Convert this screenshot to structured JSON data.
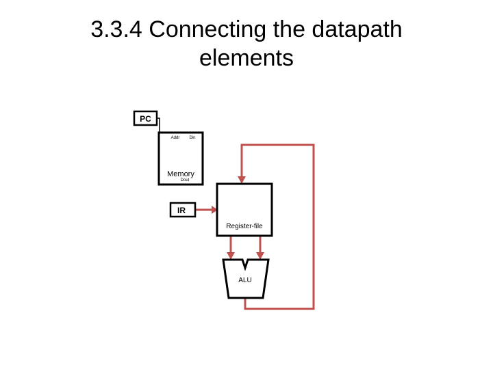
{
  "slide": {
    "title_line1": "3.3.4 Connecting the datapath",
    "title_line2": "elements"
  },
  "diagram": {
    "pc_label": "PC",
    "memory": {
      "label": "Memory",
      "port_addr": "Addr",
      "port_din": "Din",
      "port_dout": "Dout"
    },
    "ir_label": "IR",
    "register_file_label": "Register-file",
    "alu_label": "ALU",
    "colors": {
      "wire": "#c0504d",
      "component_stroke": "#000000",
      "component_fill": "#ffffff"
    }
  }
}
